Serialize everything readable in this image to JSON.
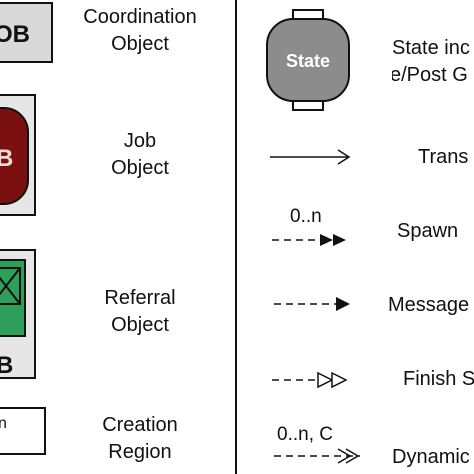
{
  "legend": {
    "left_column": [
      {
        "id": "coordination",
        "symbol_text": "OB",
        "label_line1": "Coordination",
        "label_line2": "Object"
      },
      {
        "id": "job",
        "symbol_text": "B",
        "label_line1": "Job",
        "label_line2": "Object"
      },
      {
        "id": "referral",
        "symbol_text": "B",
        "label_line1": "Referral",
        "label_line2": "Object"
      },
      {
        "id": "creation",
        "symbol_text": "n",
        "label_line1": "Creation",
        "label_line2": "Region"
      }
    ],
    "right_column": [
      {
        "id": "state",
        "symbol_text": "State",
        "label_line1": "State inc",
        "label_line2": "Pre/Post G"
      },
      {
        "id": "transition",
        "label_line1": "Trans"
      },
      {
        "id": "spawn",
        "multiplicity": "0..n",
        "label_line1": "Spawn"
      },
      {
        "id": "message",
        "label_line1": "Message"
      },
      {
        "id": "finish",
        "label_line1": "Finish S"
      },
      {
        "id": "dynamic",
        "multiplicity": "0..n, C",
        "label_line1": "Dynamic"
      }
    ]
  },
  "colors": {
    "coordination_fill": "#d9d9d9",
    "job_fill": "#7a1010",
    "referral_fill": "#2e9e5b",
    "state_fill": "#8c8c8c",
    "panel_fill": "#e6e6e6",
    "stroke": "#111111"
  }
}
